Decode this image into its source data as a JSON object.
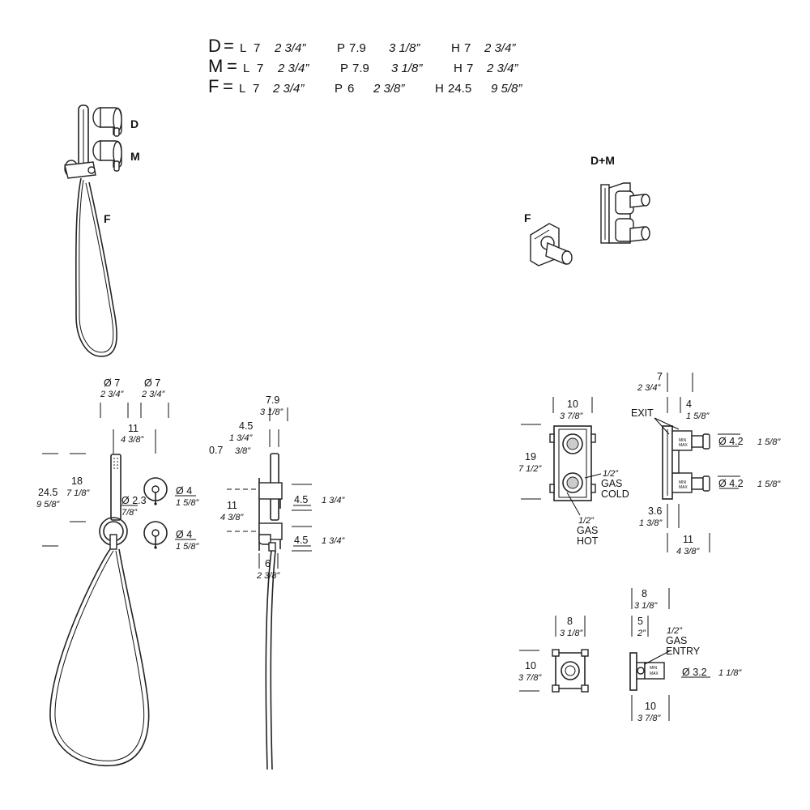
{
  "header": {
    "rows": [
      {
        "code": "D",
        "eq": "=",
        "l_key": "L",
        "l_cm": "7",
        "l_in": "2 3/4”",
        "p_key": "P",
        "p_cm": "7.9",
        "p_in": "3 1/8”",
        "h_key": "H",
        "h_cm": "7",
        "h_in": "2 3/4”"
      },
      {
        "code": "M",
        "eq": "=",
        "l_key": "L",
        "l_cm": "7",
        "l_in": "2 3/4”",
        "p_key": "P",
        "p_cm": "7.9",
        "p_in": "3 1/8”",
        "h_key": "H",
        "h_cm": "7",
        "h_in": "2 3/4”"
      },
      {
        "code": "F",
        "eq": "=",
        "l_key": "L",
        "l_cm": "7",
        "l_in": "2 3/4”",
        "p_key": "P",
        "p_cm": "6",
        "p_in": "2 3/8”",
        "h_key": "H",
        "h_cm": "24.5",
        "h_in": "9 5/8”"
      }
    ]
  },
  "labels": {
    "d": "D",
    "m": "M",
    "f": "F",
    "dm": "D+M",
    "f2": "F"
  },
  "front": {
    "dia1_cm": "Ø 7",
    "dia1_in": "2 3/4”",
    "dia2_cm": "Ø 7",
    "dia2_in": "2 3/4”",
    "w11_cm": "11",
    "w11_in": "4 3/8”",
    "h24_cm": "24.5",
    "h24_in": "9 5/8”",
    "h18_cm": "18",
    "h18_in": "7 1/8”",
    "dia23_cm": "Ø 2.3",
    "dia23_in": "7/8”",
    "dia4a_cm": "Ø 4",
    "dia4a_in": "1 5/8”",
    "dia4b_cm": "Ø 4",
    "dia4b_in": "1 5/8”"
  },
  "side": {
    "d79_cm": "7.9",
    "d79_in": "3 1/8”",
    "d45_cm": "4.5",
    "d45_in": "1 3/4”",
    "d07_cm": "0.7",
    "d07_in": "3/8”",
    "d11_cm": "11",
    "d11_in": "4 3/8”",
    "r45a_cm": "4.5",
    "r45a_in": "1 3/4”",
    "r45b_cm": "4.5",
    "r45b_in": "1 3/4”",
    "d6_cm": "6",
    "d6_in": "2 3/8”"
  },
  "valve_front": {
    "w10_cm": "10",
    "w10_in": "3 7/8”",
    "h19_cm": "19",
    "h19_in": "7 1/2”",
    "cold_size": "1/2”",
    "cold_l1": "GAS",
    "cold_l2": "COLD",
    "hot_size": "1/2”",
    "hot_l1": "GAS",
    "hot_l2": "HOT"
  },
  "valve_side": {
    "d7_cm": "7",
    "d7_in": "2 3/4”",
    "d4_cm": "4",
    "d4_in": "1 5/8”",
    "exit": "EXIT",
    "dia42a_cm": "Ø 4.2",
    "dia42a_in": "1 5/8”",
    "dia42b_cm": "Ø 4.2",
    "dia42b_in": "1 5/8”",
    "d36_cm": "3.6",
    "d36_in": "1 3/8”",
    "d11_cm": "11",
    "d11_in": "4 3/8”"
  },
  "elbow_front": {
    "w8_cm": "8",
    "w8_in": "3 1/8”",
    "h10_cm": "10",
    "h10_in": "3 7/8”"
  },
  "elbow_side": {
    "d8_cm": "8",
    "d8_in": "3 1/8”",
    "d5_cm": "5",
    "d5_in": "2”",
    "entry_size": "1/2”",
    "entry_l1": "GAS",
    "entry_l2": "ENTRY",
    "dia32_cm": "Ø 3.2",
    "dia32_in": "1 1/8”",
    "d10_cm": "10",
    "d10_in": "3 7/8”"
  }
}
